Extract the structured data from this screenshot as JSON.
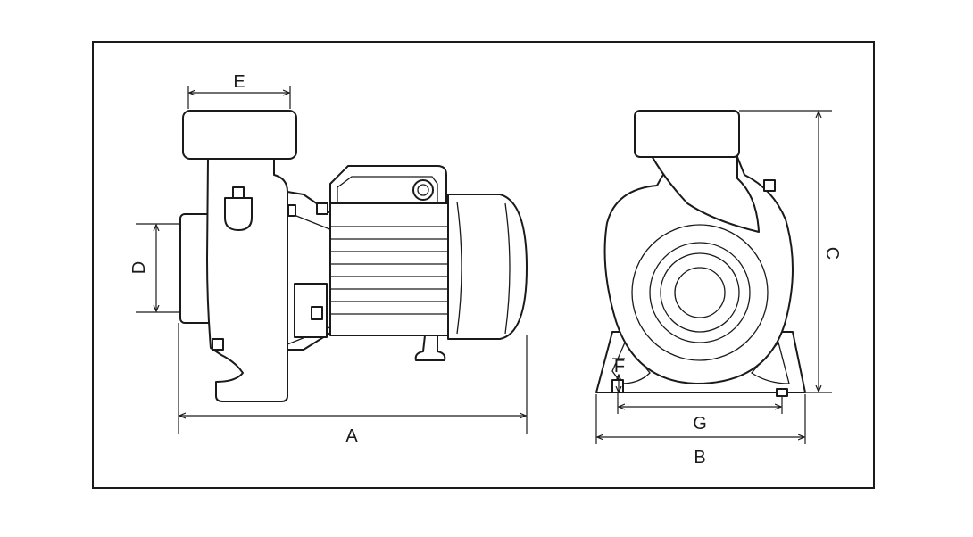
{
  "diagram": {
    "labels": {
      "a": "A",
      "b": "B",
      "c": "C",
      "d": "D",
      "e": "E",
      "f": "F",
      "g": "G"
    }
  }
}
